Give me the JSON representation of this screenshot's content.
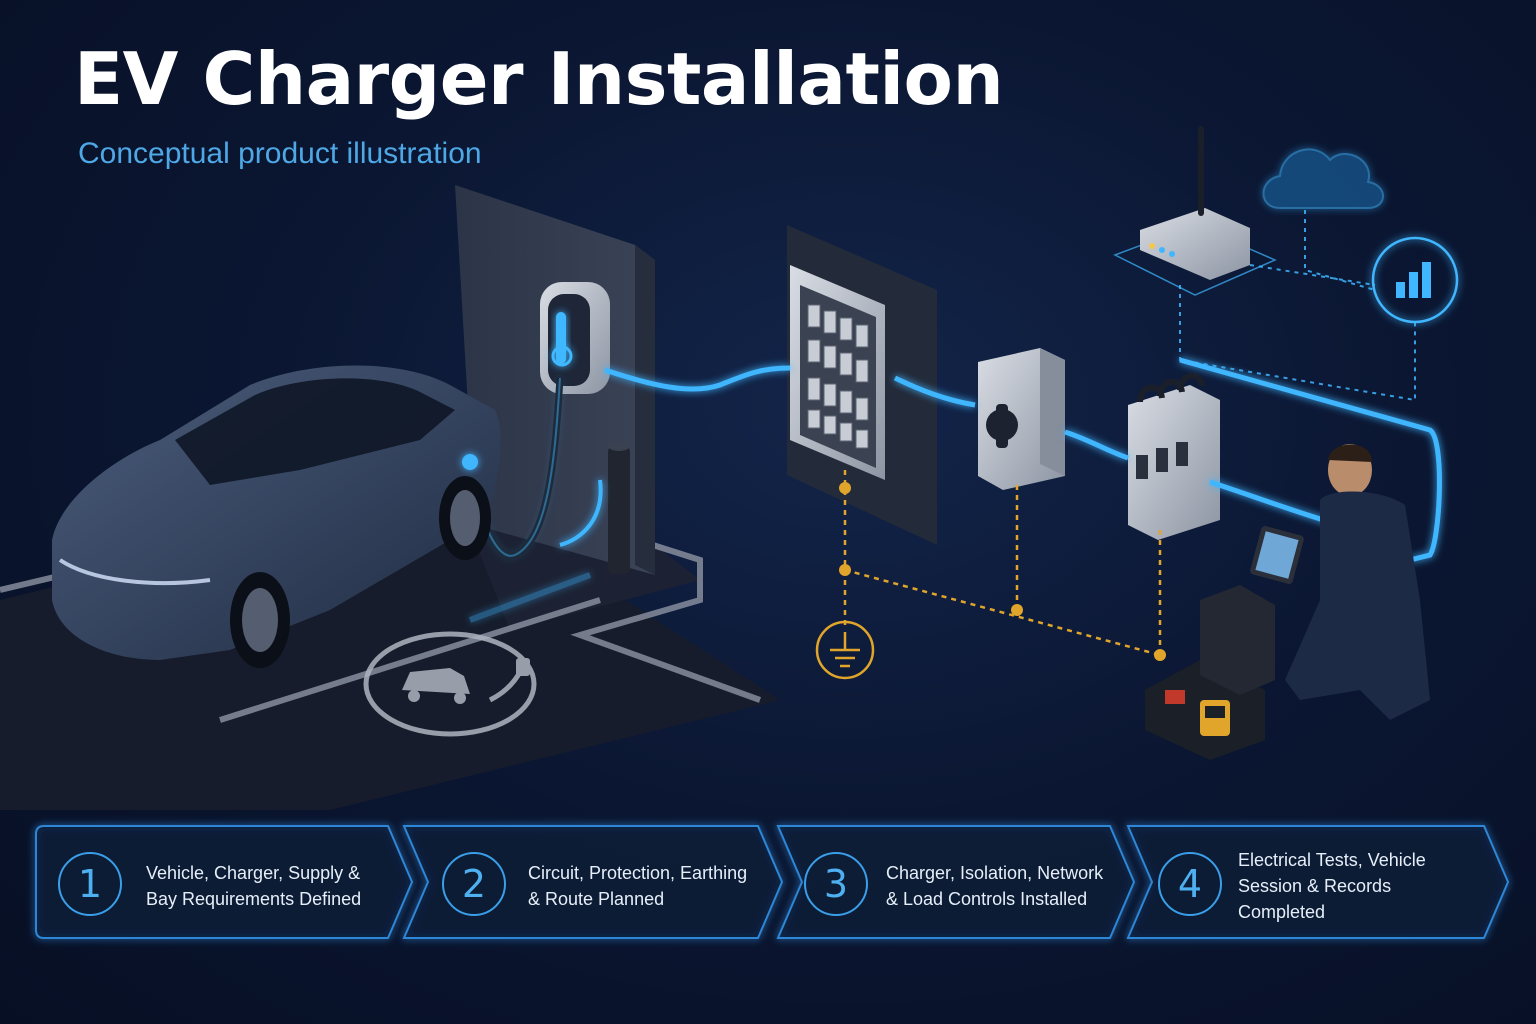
{
  "header": {
    "title": "EV Charger Installation",
    "subtitle": "Conceptual product illustration"
  },
  "steps": [
    {
      "number": "1",
      "text": "Vehicle, Charger, Supply & Bay Requirements Defined"
    },
    {
      "number": "2",
      "text": "Circuit, Protection, Earthing & Route Planned"
    },
    {
      "number": "3",
      "text": "Charger, Isolation, Network & Load Controls Installed"
    },
    {
      "number": "4",
      "text": "Electrical Tests, Vehicle Session & Records Completed"
    }
  ],
  "icons": [
    "ev-car-icon",
    "wall-charger-icon",
    "distribution-board-icon",
    "isolator-switch-icon",
    "breaker-icon",
    "router-icon",
    "cloud-icon",
    "signal-bars-icon",
    "earth-ground-icon",
    "toolbox-icon",
    "technician-icon",
    "bay-ev-symbol-icon"
  ],
  "colors": {
    "background": "#0b1733",
    "accent_blue": "#3fb6ff",
    "earth_gold": "#e0a52a",
    "text": "#ffffff",
    "subtitle": "#4ea8e6"
  }
}
